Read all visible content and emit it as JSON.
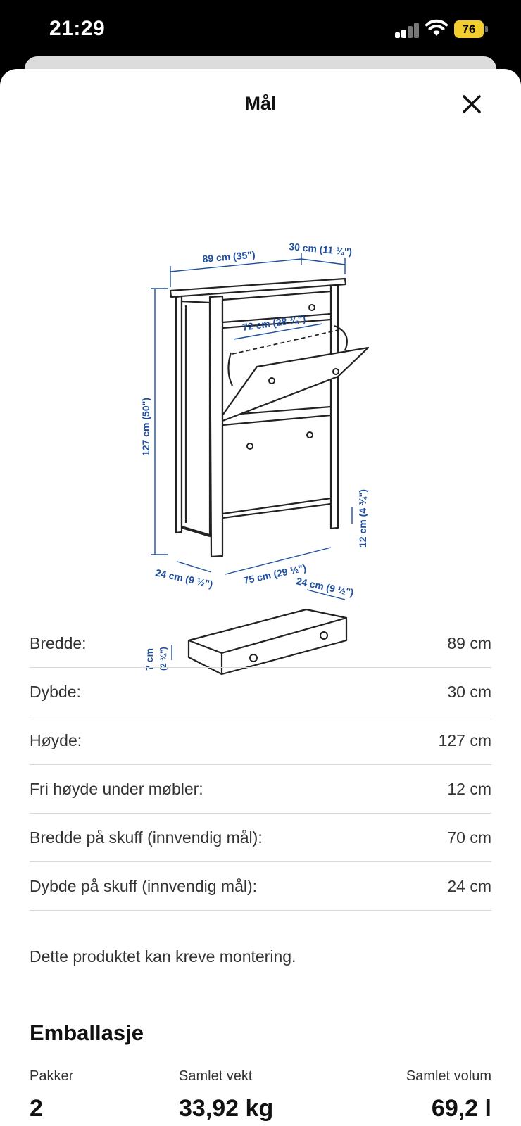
{
  "status_bar": {
    "time": "21:29",
    "battery": "76"
  },
  "sheet": {
    "title": "Mål"
  },
  "diagram": {
    "labels": {
      "width_top": "89 cm (35\")",
      "depth_top": "30 cm (11 ¾\")",
      "inner_width": "72 cm (28 ⅜\")",
      "height": "127 cm (50\")",
      "leg_clearance": "12 cm (4 ¾\")",
      "side_depth": "24 cm (9 ½\")",
      "bottom_width": "75 cm (29 ½\")",
      "drawer_depth": "24 cm (9 ½\")",
      "drawer_height_cm": "7 cm",
      "drawer_height_in": "(2 ¾\")"
    }
  },
  "specs": [
    {
      "label": "Bredde:",
      "value": "89 cm"
    },
    {
      "label": "Dybde:",
      "value": "30 cm"
    },
    {
      "label": "Høyde:",
      "value": "127 cm"
    },
    {
      "label": "Fri høyde under møbler:",
      "value": "12 cm"
    },
    {
      "label": "Bredde på skuff (innvendig mål):",
      "value": "70 cm"
    },
    {
      "label": "Dybde på skuff (innvendig mål):",
      "value": "24 cm"
    }
  ],
  "note": "Dette produktet kan kreve montering.",
  "packaging": {
    "title": "Emballasje",
    "headers": [
      "Pakker",
      "Samlet vekt",
      "Samlet volum"
    ],
    "values": [
      "2",
      "33,92 kg",
      "69,2 l"
    ]
  },
  "colors": {
    "dimension_blue": "#1e4fa0",
    "divider": "#d9d9d9",
    "battery": "#f3cc2e"
  }
}
